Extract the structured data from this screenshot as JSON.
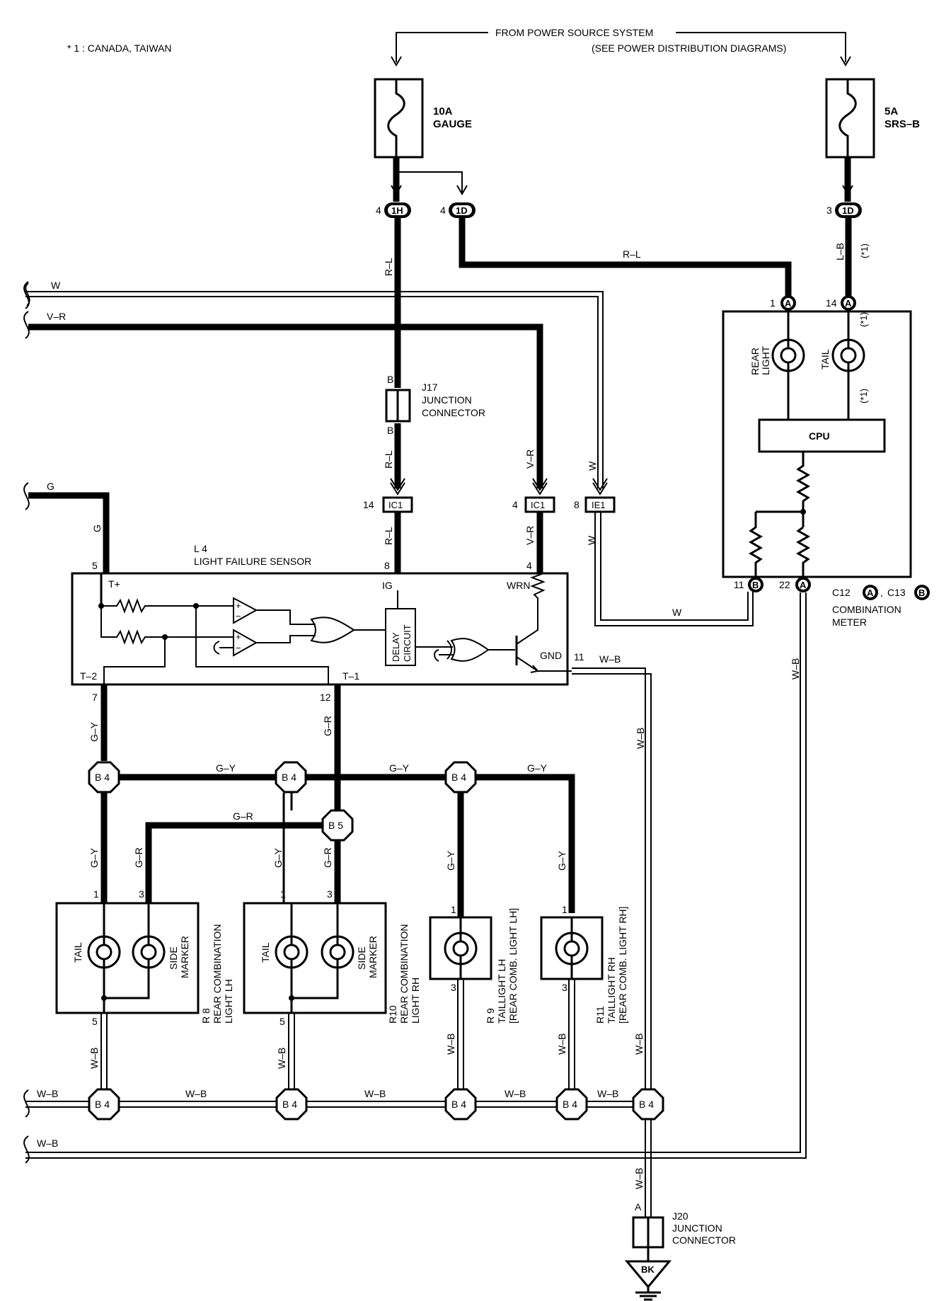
{
  "notes": {
    "footnote": "* 1 : CANADA,  TAIWAN"
  },
  "power": {
    "line1": "FROM POWER SOURCE SYSTEM",
    "line2": "(SEE POWER DISTRIBUTION DIAGRAMS)"
  },
  "fuses": {
    "gauge": {
      "rating": "10A",
      "name": "GAUGE"
    },
    "srs": {
      "rating": "5A",
      "name": "SRS–B"
    }
  },
  "connectors": {
    "c1h": "1H",
    "c1h_pin": "4",
    "c1d_a": "1D",
    "c1d_a_pin": "4",
    "c1d_b": "1D",
    "c1d_b_pin": "3",
    "ic1": "IC1",
    "ic1_left_pin": "14",
    "ic1_right_pin": "4",
    "ie1": "IE1",
    "ie1_pin": "8"
  },
  "wires": {
    "r_l": "R–L",
    "l_b": "L–B",
    "w": "W",
    "v_r": "V–R",
    "g": "G",
    "g_y": "G–Y",
    "g_r": "G–R",
    "w_b": "W–B",
    "star1": "(*1)",
    "b": "B"
  },
  "junction_j17": {
    "id": "J17",
    "line1": "JUNCTION",
    "line2": "CONNECTOR"
  },
  "junction_j20": {
    "id": "J20",
    "line1": "JUNCTION",
    "line2": "CONNECTOR",
    "pin": "A"
  },
  "meter": {
    "lamp1_l1": "REAR",
    "lamp1_l2": "LIGHT",
    "lamp2": "TAIL",
    "cpu": "CPU",
    "pin1": "1",
    "pin14": "14",
    "pin11": "11",
    "pin22": "22",
    "conn_a": "A",
    "conn_b": "B",
    "c12": "C12",
    "c13": "C13",
    "sep": ",",
    "name1": "COMBINATION",
    "name2": "METER"
  },
  "sensor": {
    "id": "L 4",
    "name": "LIGHT FAILURE SENSOR",
    "tplus": "T+",
    "ig": "IG",
    "wrn": "WRN",
    "gnd": "GND",
    "t2": "T–2",
    "t1": "T–1",
    "delay_l1": "DELAY",
    "delay_l2": "CIRCUIT",
    "pin5": "5",
    "pin8": "8",
    "pin4": "4",
    "pin11": "11",
    "pin7": "7",
    "pin12": "12"
  },
  "splices": {
    "b4": "B 4",
    "b5": "B 5"
  },
  "lamps": {
    "tail": "TAIL",
    "side_l1": "SIDE",
    "side_l2": "MARKER",
    "r8_l1": "R 8",
    "r8_l2": "REAR COMBINATION",
    "r8_l3": "LIGHT LH",
    "r10_l1": "R10",
    "r10_l2": "REAR COMBINATION",
    "r10_l3": "LIGHT RH",
    "r9_l1": "R 9",
    "r9_l2": "TAILLIGHT LH",
    "r9_l3": "[REAR COMB.  LIGHT LH]",
    "r11_l1": "R11",
    "r11_l2": "TAILLIGHT RH",
    "r11_l3": "[REAR COMB.  LIGHT RH]",
    "pin1": "1",
    "pin3": "3",
    "pin5": "5"
  },
  "ground": {
    "label": "BK"
  }
}
